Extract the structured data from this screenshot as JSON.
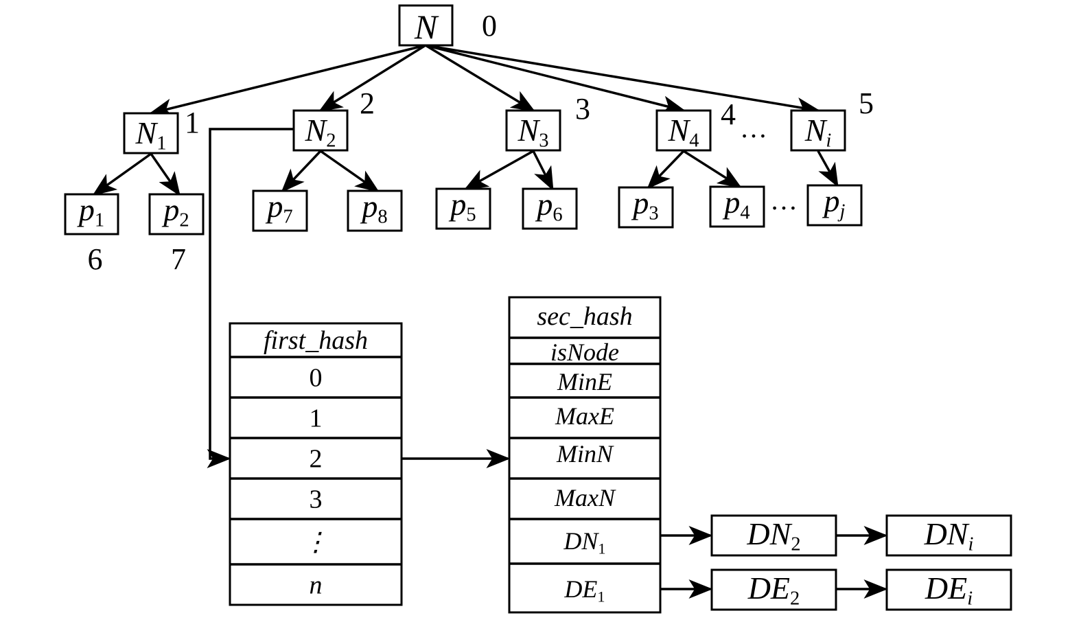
{
  "diagram": {
    "root": {
      "label": "N",
      "index": "0"
    },
    "level1": [
      {
        "label": "N",
        "sub": "1",
        "index": "1"
      },
      {
        "label": "N",
        "sub": "2",
        "index": "2"
      },
      {
        "label": "N",
        "sub": "3",
        "index": "3"
      },
      {
        "label": "N",
        "sub": "4",
        "index": "4"
      },
      {
        "label": "N",
        "sub": "i",
        "index": "5"
      }
    ],
    "level1_ellipsis": "…",
    "leaves": [
      {
        "label": "p",
        "sub": "1",
        "parent": 0,
        "index": "6"
      },
      {
        "label": "p",
        "sub": "2",
        "parent": 0,
        "index": "7"
      },
      {
        "label": "p",
        "sub": "7",
        "parent": 1
      },
      {
        "label": "p",
        "sub": "8",
        "parent": 1
      },
      {
        "label": "p",
        "sub": "5",
        "parent": 2
      },
      {
        "label": "p",
        "sub": "6",
        "parent": 2
      },
      {
        "label": "p",
        "sub": "3",
        "parent": 3
      },
      {
        "label": "p",
        "sub": "4",
        "parent": 3
      },
      {
        "label": "p",
        "sub": "j",
        "parent": 4
      }
    ],
    "leaf_ellipsis": "…",
    "first_hash": {
      "header": "first_hash",
      "rows": [
        "0",
        "1",
        "2",
        "3",
        "⋮",
        "n"
      ],
      "pointed_row": "2"
    },
    "sec_hash": {
      "header": "sec_hash",
      "rows": [
        {
          "label": "isNode"
        },
        {
          "label": "MinE"
        },
        {
          "label": "MaxE"
        },
        {
          "label": "MinN"
        },
        {
          "label": "MaxN"
        },
        {
          "label": "DN",
          "sub": "1"
        },
        {
          "label": "DE",
          "sub": "1"
        }
      ]
    },
    "dn_chain": [
      {
        "label": "DN",
        "sub": "2"
      },
      {
        "label": "DN",
        "sub": "i"
      }
    ],
    "de_chain": [
      {
        "label": "DE",
        "sub": "2"
      },
      {
        "label": "DE",
        "sub": "i"
      }
    ]
  }
}
